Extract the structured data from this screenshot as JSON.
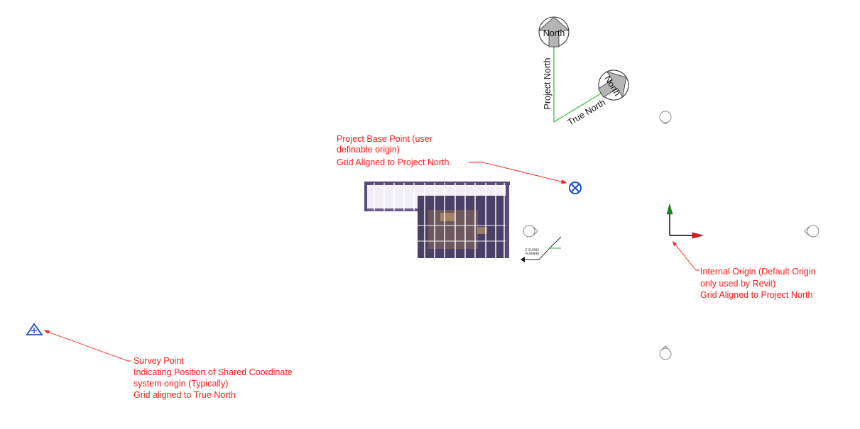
{
  "north_arrows": {
    "project": {
      "label": "North",
      "axis_label": "Project North"
    },
    "true": {
      "label": "North",
      "axis_label": "True North"
    }
  },
  "annotations": {
    "project_base_point": {
      "lines": [
        "Project Base Point (user",
        "definable origin)",
        "Grid Aligned to Project North"
      ]
    },
    "internal_origin": {
      "lines": [
        "Internal Origin (Default Origin",
        "only used by Revit)",
        "Grid Aligned to Project North"
      ]
    },
    "survey_point": {
      "lines": [
        "Survey Point",
        "Indicating Position of Shared Coordinate",
        "system origin (Typically)",
        "Grid aligned to True North"
      ]
    }
  },
  "spot_coordinate": {
    "lines": [
      "E 210592",
      "N 408682"
    ]
  },
  "colors": {
    "annotation": "#ff1a1a",
    "project_north_line": "#3cb043",
    "base_point": "#1f4fc8",
    "survey_point": "#1f4fc8",
    "internal_origin_y": "#1a8a1a",
    "internal_origin_x": "#e01818",
    "point_cloud": "#5a4d7a"
  }
}
